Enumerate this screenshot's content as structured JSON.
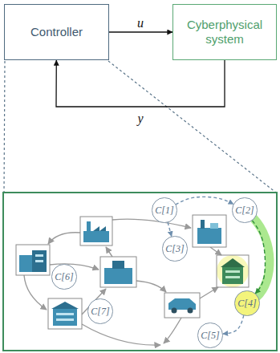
{
  "diagram": {
    "nodes": [
      {
        "text": [
          "Controller"
        ]
      },
      {
        "text": [
          "Cyberphysical system"
        ]
      },
      {
        "text": [
          "C[1]"
        ]
      },
      {
        "text": [
          "C[2]"
        ]
      },
      {
        "text": [
          "C[3]"
        ]
      },
      {
        "text": [
          "C[6]"
        ]
      },
      {
        "text": [
          "C[4]"
        ]
      },
      {
        "text": [
          "C[7]"
        ]
      },
      {
        "text": [
          "C[5]"
        ]
      }
    ],
    "edges": [
      {
        "from": 0,
        "to": 1,
        "arrow": "to",
        "label": "u"
      },
      {
        "from": 1,
        "to": 0,
        "arrow": "to",
        "label": "y"
      },
      {
        "from": 2,
        "to": 3,
        "arrow": "to"
      },
      {
        "from": 2,
        "to": 4,
        "arrow": "to"
      },
      {
        "from": 3,
        "to": 6,
        "arrow": "to"
      },
      {
        "from": 6,
        "to": 8,
        "arrow": "to"
      }
    ]
  }
}
